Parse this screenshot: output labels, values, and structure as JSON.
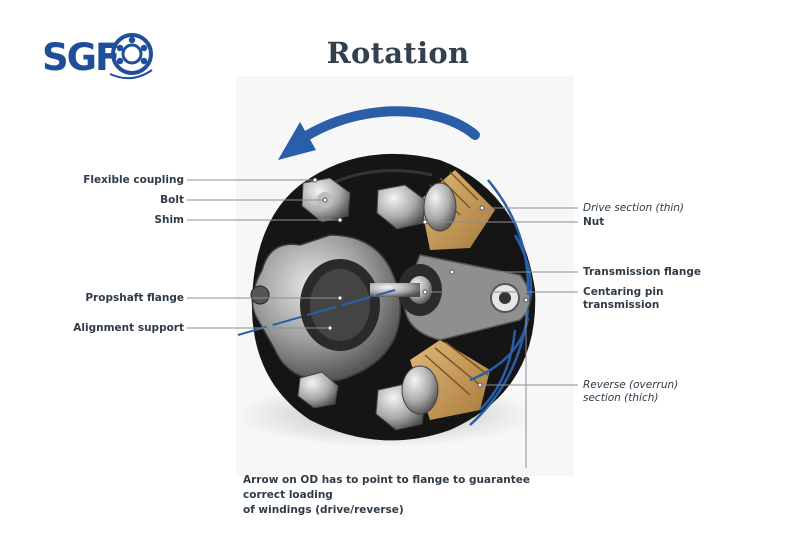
{
  "title": "Rotation",
  "logo": {
    "text": "SGF",
    "color": "#1f4f9a"
  },
  "labels_left": {
    "flexible_coupling": "Flexible coupling",
    "bolt": "Bolt",
    "shim": "Shim",
    "propshaft_flange": "Propshaft flange",
    "alignment_support": "Alignment support"
  },
  "labels_right": {
    "drive_section": "Drive section (thin)",
    "nut": "Nut",
    "transmission_flange": "Transmission flange",
    "centering_pin_line1": "Centaring pin",
    "centering_pin_line2": "transmission",
    "reverse_line1": "Reverse (overrun)",
    "reverse_line2": "section (thich)"
  },
  "note": {
    "line1": "Arrow on OD has to point to flange to guarantee correct loading",
    "line2": "of windings (drive/reverse)"
  },
  "colors": {
    "arrow_blue": "#2a5ea8",
    "coupling_black": "#151515",
    "metal": "#9a9a9a",
    "rubber_tan": "#c89a5a",
    "leader_gray": "#8a8f95"
  }
}
